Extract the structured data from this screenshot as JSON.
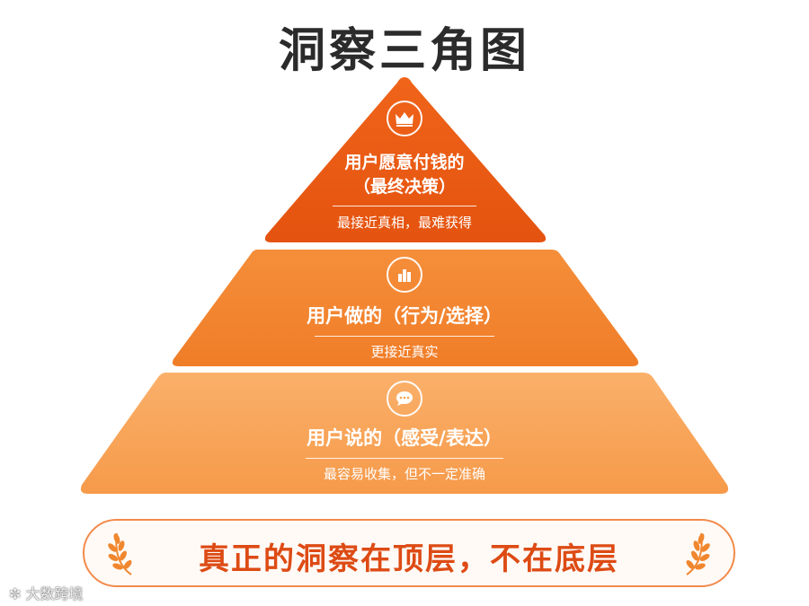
{
  "title": "洞察三角图",
  "tiers": [
    {
      "icon": "crown-icon",
      "title_line1": "用户愿意付钱的",
      "title_line2": "（最终决策）",
      "note": "最接近真相，最难获得",
      "color": "#ea5a16"
    },
    {
      "icon": "bar-chart-icon",
      "title_line1": "用户做的（行为/选择）",
      "note": "更接近真实",
      "color": "#f38a33"
    },
    {
      "icon": "chat-bubble-icon",
      "title_line1": "用户说的（感受/表达）",
      "note": "最容易收集，但不一定准确",
      "color": "#f9a24e"
    }
  ],
  "banner": {
    "text": "真正的洞察在顶层，不在底层",
    "icon": "laurel-icon"
  },
  "watermark": {
    "text": "大数跨境"
  }
}
